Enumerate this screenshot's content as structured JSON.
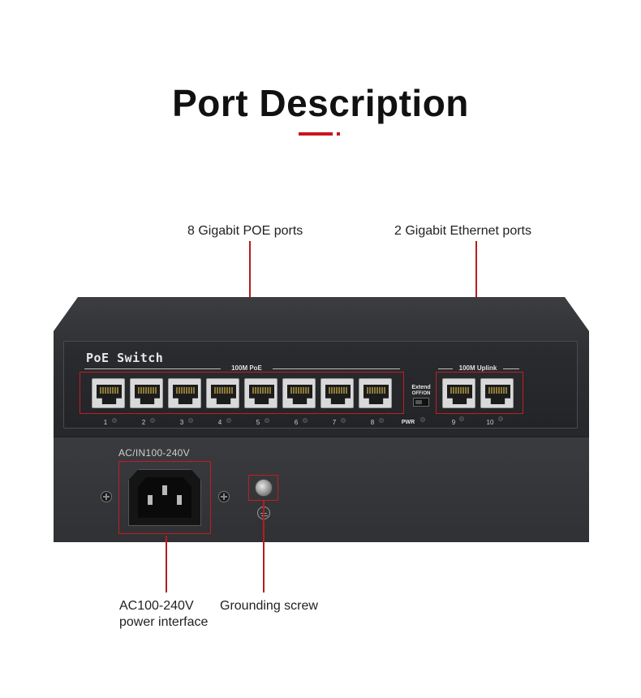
{
  "title": "Port Description",
  "accent_color": "#c8161d",
  "callouts": {
    "poe_ports": "8 Gigabit POE ports",
    "uplink_ports": "2 Gigabit Ethernet ports",
    "power_line1": "AC100-240V",
    "power_line2": "power interface",
    "grounding": "Grounding screw"
  },
  "device": {
    "brand": "PoE Switch",
    "poe_group_label": "100M PoE",
    "uplink_group_label": "100M Uplink",
    "extend_label": "Extend",
    "extend_state_label": "OFF/ON",
    "pwr_label": "PWR",
    "poe_port_numbers": [
      "1",
      "2",
      "3",
      "4",
      "5",
      "6",
      "7",
      "8"
    ],
    "uplink_port_numbers": [
      "9",
      "10"
    ],
    "ac_input_label": "AC/IN100-240V"
  }
}
